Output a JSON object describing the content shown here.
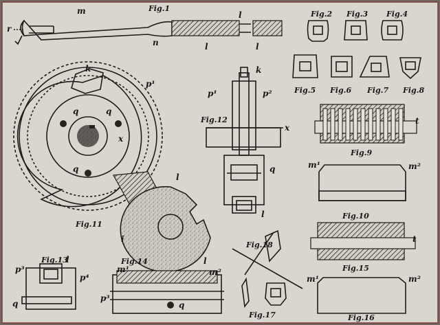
{
  "plate": {
    "paper_color": "#d9d5cf",
    "ink_color": "#1f1c19",
    "border_color": "#7a3a38"
  },
  "figures": {
    "f1": "Fig.1",
    "f2": "Fig.2",
    "f3": "Fig.3",
    "f4": "Fig.4",
    "f5": "Fig.5",
    "f6": "Fig.6",
    "f7": "Fig.7",
    "f8": "Fig.8",
    "f9": "Fig.9",
    "f10": "Fig.10",
    "f11": "Fig.11",
    "f12": "Fig.12",
    "f13": "Fig.13",
    "f14": "Fig.14",
    "f15": "Fig.15",
    "f16": "Fig.16",
    "f17": "Fig.17",
    "f18": "Fig.18"
  },
  "parts": {
    "r": "r",
    "m": "m",
    "n": "n",
    "l": "l",
    "t": "t",
    "k": "k",
    "p1": "p¹",
    "p2": "p²",
    "p3": "p³",
    "p4": "p⁴",
    "q": "q",
    "x": "x",
    "i": "i",
    "m1": "m¹",
    "m2": "m²"
  }
}
